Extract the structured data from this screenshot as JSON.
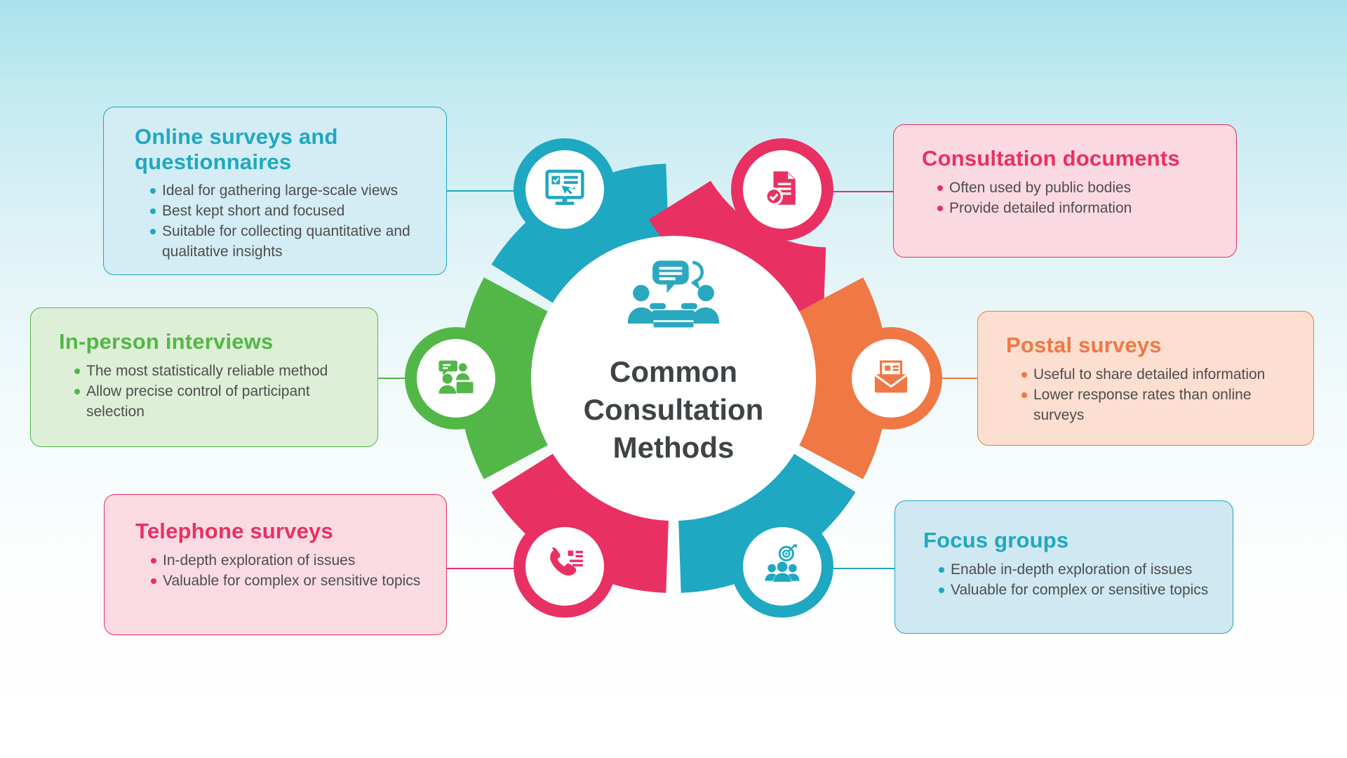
{
  "center": {
    "title": "Common Consultation Methods",
    "icon": "meeting-discussion-icon",
    "icon_color": "#29a8c0",
    "text_color": "#3e4345"
  },
  "methods": [
    {
      "id": "online-surveys",
      "title": "Online surveys and questionnaires",
      "bullets": [
        "Ideal for gathering large-scale views",
        "Best kept short and focused",
        "Suitable for collecting quantitative and qualitative insights"
      ],
      "color": "#1ea8c1",
      "card_bg": "#d4ecf3",
      "icon": "online-survey-monitor-icon"
    },
    {
      "id": "in-person-interviews",
      "title": "In-person interviews",
      "bullets": [
        "The most statistically reliable method",
        "Allow precise control of participant selection"
      ],
      "color": "#53b747",
      "card_bg": "#deefd7",
      "icon": "interview-people-icon"
    },
    {
      "id": "telephone-surveys",
      "title": "Telephone surveys",
      "bullets": [
        "In-depth exploration of issues",
        "Valuable for complex or sensitive topics"
      ],
      "color": "#e93062",
      "card_bg": "#fadbe4",
      "icon": "telephone-handset-icon"
    },
    {
      "id": "consultation-documents",
      "title": "Consultation documents",
      "bullets": [
        "Often used by public bodies",
        "Provide detailed information"
      ],
      "color": "#e93062",
      "card_bg": "#fbd9e2",
      "icon": "document-check-icon"
    },
    {
      "id": "postal-surveys",
      "title": "Postal surveys",
      "bullets": [
        "Useful to share detailed information",
        "Lower response rates than online surveys"
      ],
      "color": "#ef7845",
      "card_bg": "#fcdfd0",
      "icon": "envelope-survey-icon"
    },
    {
      "id": "focus-groups",
      "title": "Focus groups",
      "bullets": [
        "Enable in-depth exploration of issues",
        "Valuable for complex or sensitive topics"
      ],
      "color": "#1ea8c1",
      "card_bg": "#cfe8f1",
      "icon": "focus-group-target-icon"
    }
  ]
}
